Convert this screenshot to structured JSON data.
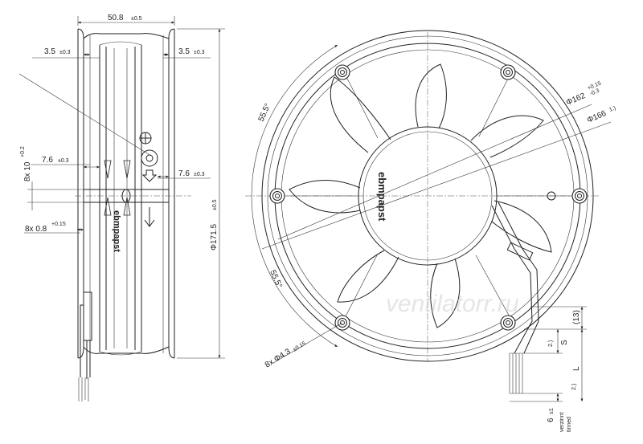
{
  "brand": "ebmpapst",
  "watermark": "ventilatorr.ru",
  "side_view": {
    "width": {
      "value": "50.8",
      "tol": "±0.5"
    },
    "rim_left": {
      "value": "3.5",
      "tol": "±0.3"
    },
    "rim_right": {
      "value": "3.5",
      "tol": "±0.3"
    },
    "slot_left": {
      "value": "7.6",
      "tol": "±0.3"
    },
    "slot_right": {
      "value": "7.6",
      "tol": "±0.3"
    },
    "slot_width": {
      "value": "8x 10",
      "tol": "+0.2"
    },
    "slot_depth": {
      "value": "8x 0.8",
      "tol": "+0.15"
    },
    "height": {
      "value": "Φ171.5",
      "tol": "±0.5"
    }
  },
  "front_view": {
    "angle_top": "55.5°",
    "angle_bottom": "55.5°",
    "bolt_circle": {
      "value": "Φ162",
      "tol_upper": "+0.15",
      "tol_lower": "-0.3"
    },
    "outer_diameter": {
      "value": "Φ166",
      "note": "1.)"
    },
    "holes": {
      "value": "8x Φ4.3",
      "tol": "±0.15"
    },
    "lead_13": "(13)",
    "lead_s": "S",
    "lead_2a": "2.)",
    "lead_l": "L",
    "lead_2b": "2.)",
    "strip": {
      "value": "6",
      "tol": "±1"
    },
    "strip_note_1": "verzinnt",
    "strip_note_2": "tinned"
  }
}
